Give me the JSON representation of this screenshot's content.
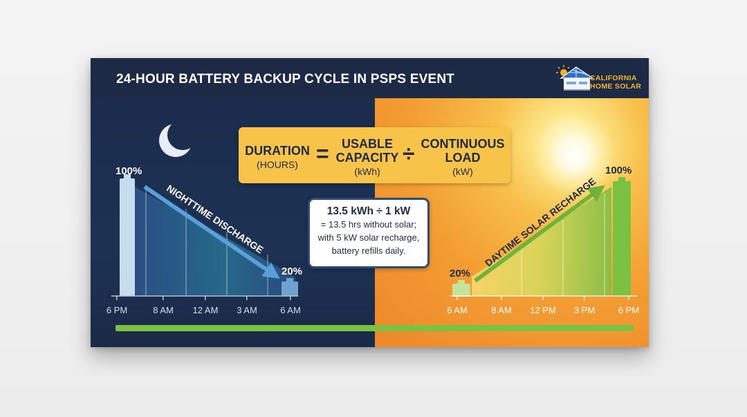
{
  "title": "24-HOUR BATTERY BACKUP CYCLE IN PSPS EVENT",
  "logo": {
    "line1": "CALIFORNIA",
    "line2": "HOME SOLAR"
  },
  "formula": {
    "duration": "DURATION",
    "duration_unit": "(HOURS)",
    "equals": "=",
    "capacity_line1": "USABLE",
    "capacity_line2": "CAPACITY",
    "capacity_unit": "(kWh)",
    "divide": "÷",
    "load_line1": "CONTINUOUS",
    "load_line2": "LOAD",
    "load_unit": "(kW)"
  },
  "example": {
    "headline": "13.5 kWh ÷ 1 kW",
    "line1": "= 13.5 hrs without solar;",
    "line2": "with 5 kW solar recharge,",
    "line3": "battery refills daily."
  },
  "night": {
    "label": "NIGHTTIME DISCHARGE",
    "start_pct": "100%",
    "end_pct": "20%",
    "ticks": [
      "6 PM",
      "8 AM",
      "12 AM",
      "3 AM",
      "6 AM"
    ],
    "levels": [
      100,
      80,
      60,
      40,
      20
    ]
  },
  "day": {
    "label": "DAYTIME SOLAR RECHARGE",
    "start_pct": "20%",
    "end_pct": "100%",
    "ticks": [
      "6 AM",
      "8 AM",
      "12 PM",
      "3 PM",
      "6 PM"
    ],
    "levels": [
      20,
      40,
      60,
      80,
      100
    ]
  },
  "colors": {
    "navy": "#1c2a45",
    "orange": "#ee8a2c",
    "yellow": "#f8c349",
    "green": "#7cc242",
    "white": "#ffffff"
  }
}
